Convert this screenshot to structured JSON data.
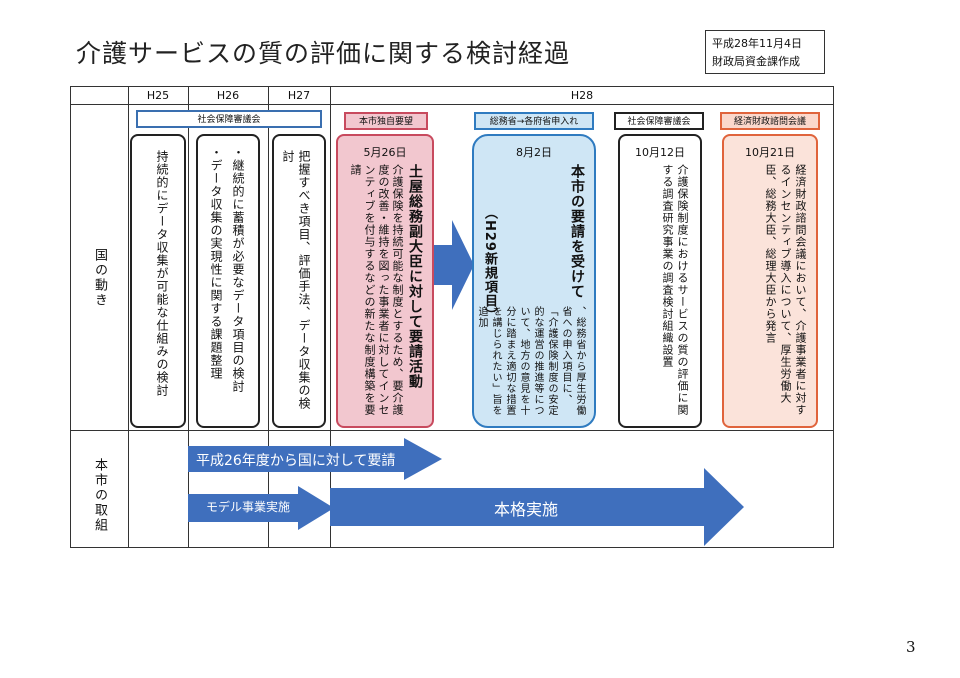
{
  "title": "介護サービスの質の評価に関する検討経過",
  "date_box": {
    "line1": "平成28年11月4日",
    "line2": "財政局資金課作成"
  },
  "columns": [
    "H25",
    "H26",
    "H27",
    "H28"
  ],
  "row_labels": {
    "national": "国の動き",
    "city": "本市の取組"
  },
  "label_boxes": {
    "shakai1": "社会保障審議会",
    "honshi": "本市独自要望",
    "somusho": "総務省→各府省申入れ",
    "shakai2": "社会保障審議会",
    "keizai": "経済財政諮問会議"
  },
  "cards": {
    "h25": "持続的にデータ収集が可能な仕組みの検討",
    "h26_a": "・継続的に蓄積が必要なデータ項目の検討",
    "h26_b": "・データ収集の実現性に関する課題整理",
    "h27": "把握すべき項目、評価手法、データ収集の検討",
    "honshi_date": "5月26日",
    "honshi_bold": "土屋総務副大臣に対して要請活動",
    "honshi_text": "介護保険を持続可能な制度とするため、要介護度の改善・維持を図った事業者に対してインセンティブを付与するなどの新たな制度構築を要請",
    "somu_date": "8月2日",
    "somu_bold": "本市の要請を受けて",
    "somu_text": "、総務省から厚生労働省への申入項目に、「介護保険制度の安定的な運営の推進等について、地方の意見を十分に踏まえ適切な措置を講じられたい」旨を追加",
    "somu_bold2": "（H29新規項目）",
    "shakai_date": "10月12日",
    "shakai_text": "介護保険制度におけるサービスの質の評価に関する調査研究事業の調査検討組織設置",
    "keizai_date": "10月21日",
    "keizai_text": "経済財政諮問会議において、介護事業者に対するインセンティブ導入について、厚生労働大臣、総務大臣、総理大臣から発言"
  },
  "arrows": {
    "request": "平成26年度から国に対して要請",
    "model": "モデル事業実施",
    "full": "本格実施"
  },
  "page_number": "3",
  "colors": {
    "blue": "#3a6fb0",
    "pink_fill": "#f2c7cf",
    "pink_border": "#c84a5e",
    "lightblue_fill": "#cfe6f5",
    "lightblue_border": "#2f7bc0",
    "orange_border": "#e0643c",
    "arrow": "#3f6fbd"
  }
}
